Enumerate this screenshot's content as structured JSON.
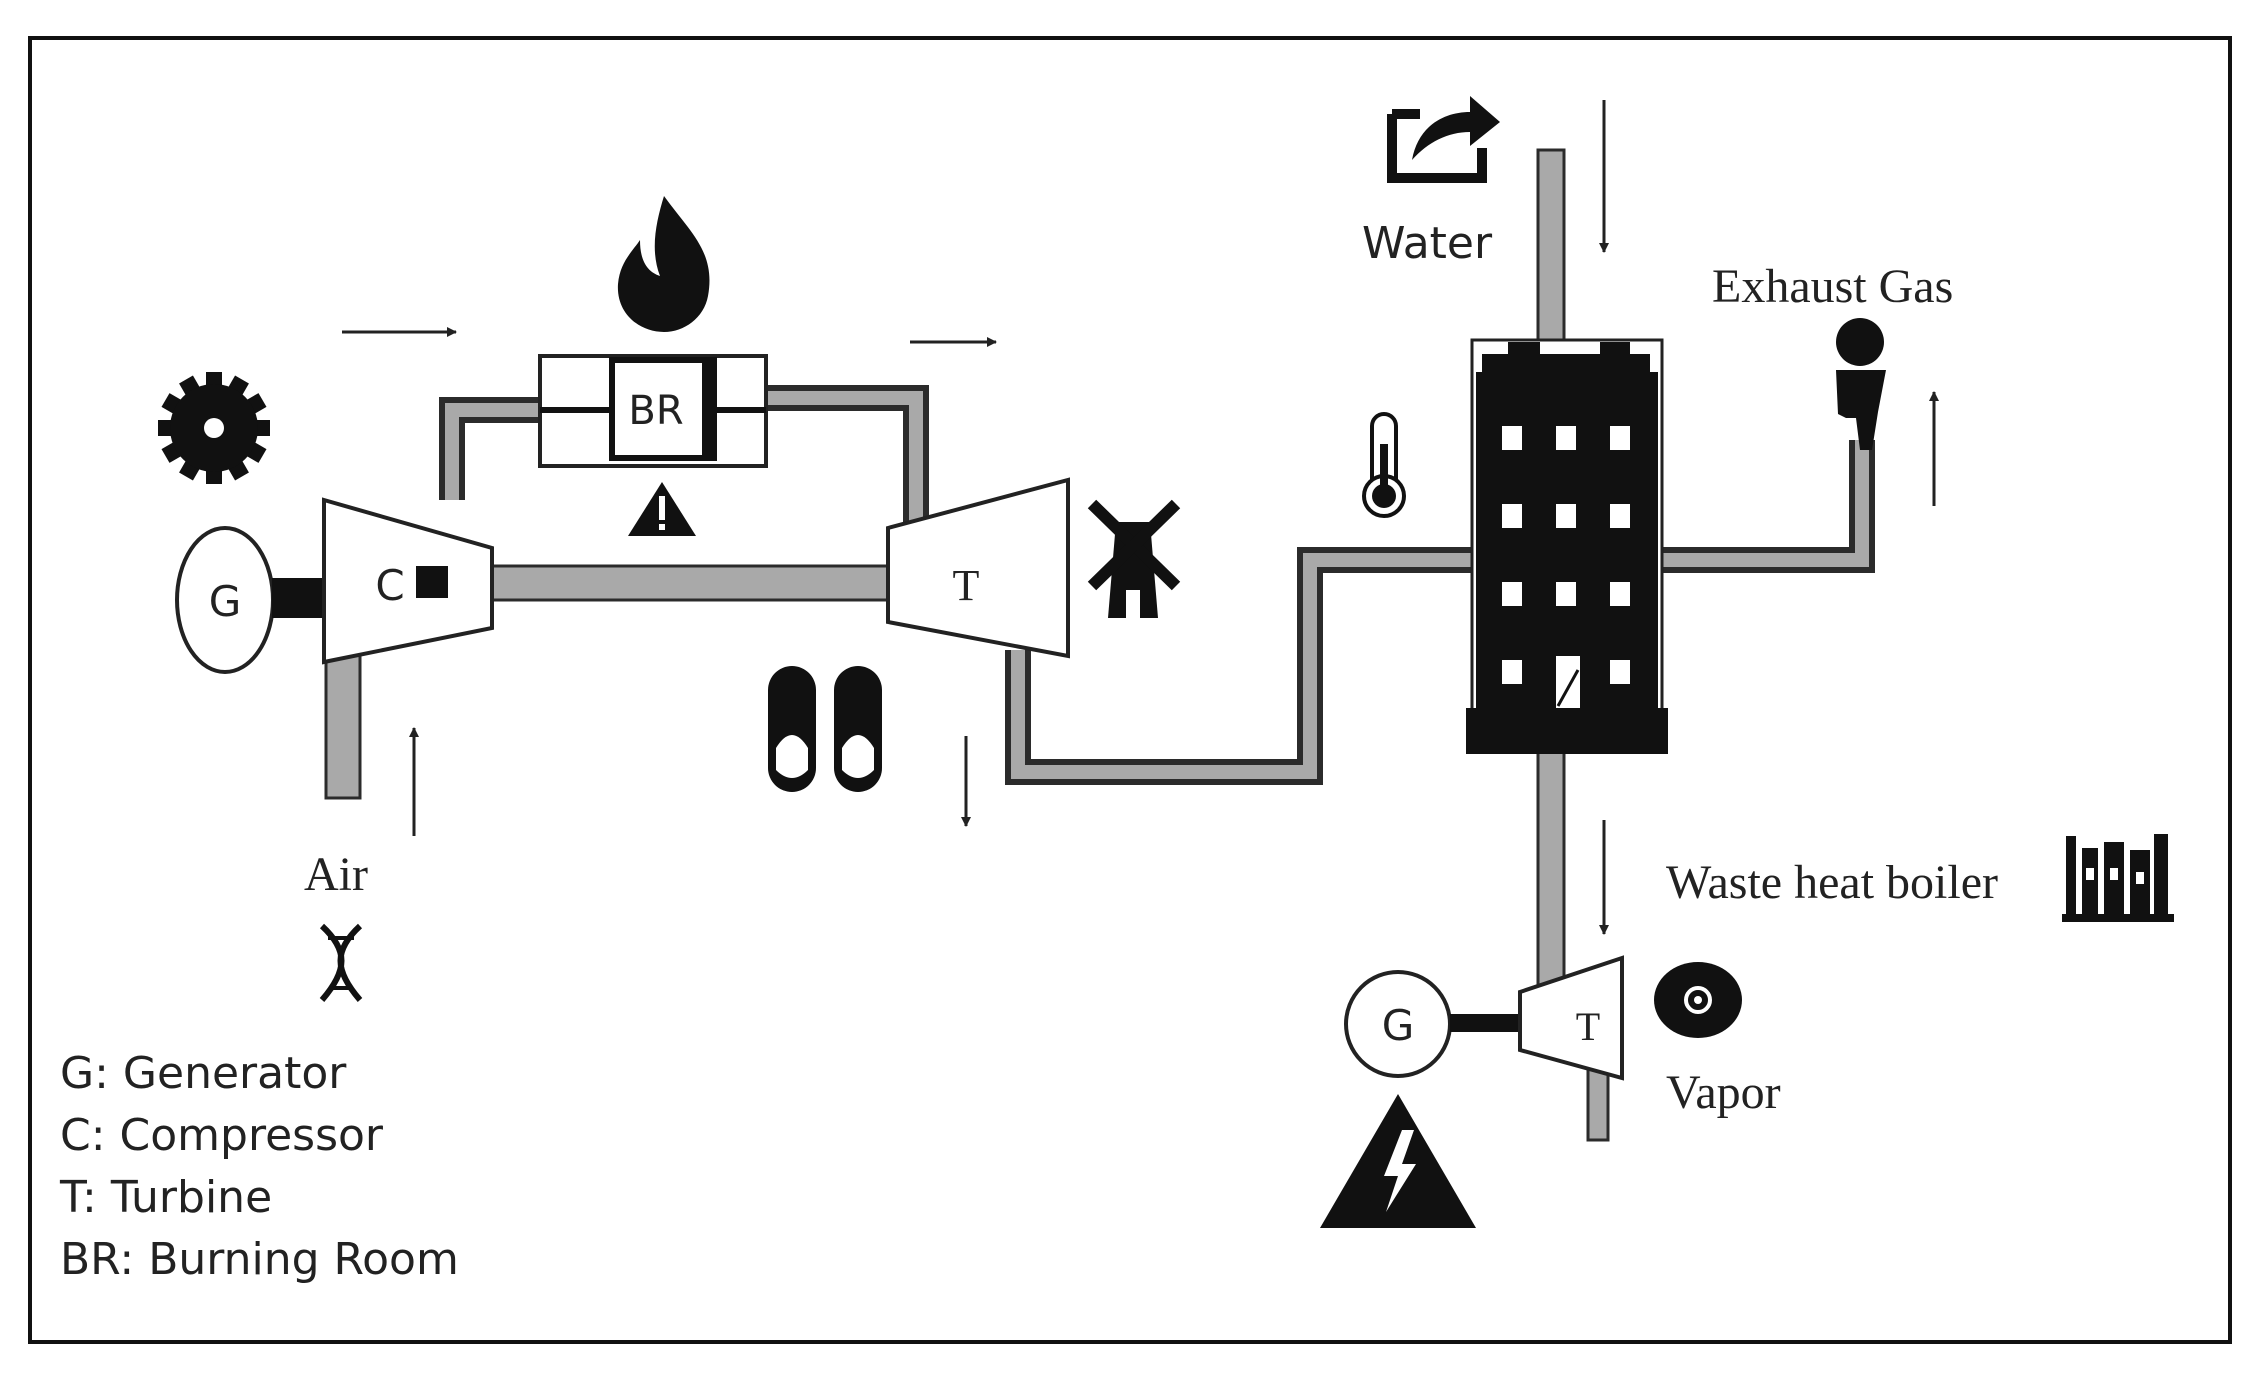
{
  "labels": {
    "water": "Water",
    "exhaust_gas": "Exhaust Gas",
    "air": "Air",
    "waste_heat_boiler": "Waste heat boiler",
    "vapor": "Vapor"
  },
  "components": {
    "generator_main": "G",
    "compressor": "C",
    "burning_room": "BR",
    "turbine_main": "T",
    "generator_steam": "G",
    "turbine_steam": "T"
  },
  "legend": [
    "G: Generator",
    "C: Compressor",
    "T: Turbine",
    "BR: Burning Room"
  ],
  "icons": [
    "share-icon",
    "fire-icon",
    "gear-icon",
    "warning-icon",
    "windmill-icon",
    "slippers-icon",
    "thermometer-icon",
    "building-icon",
    "person-icon",
    "dna-icon",
    "books-icon",
    "disc-icon",
    "high-voltage-icon"
  ],
  "colors": {
    "pipe_outline": "#2b2b2b",
    "pipe_fill": "#a9a9a9",
    "ink": "#111111"
  }
}
